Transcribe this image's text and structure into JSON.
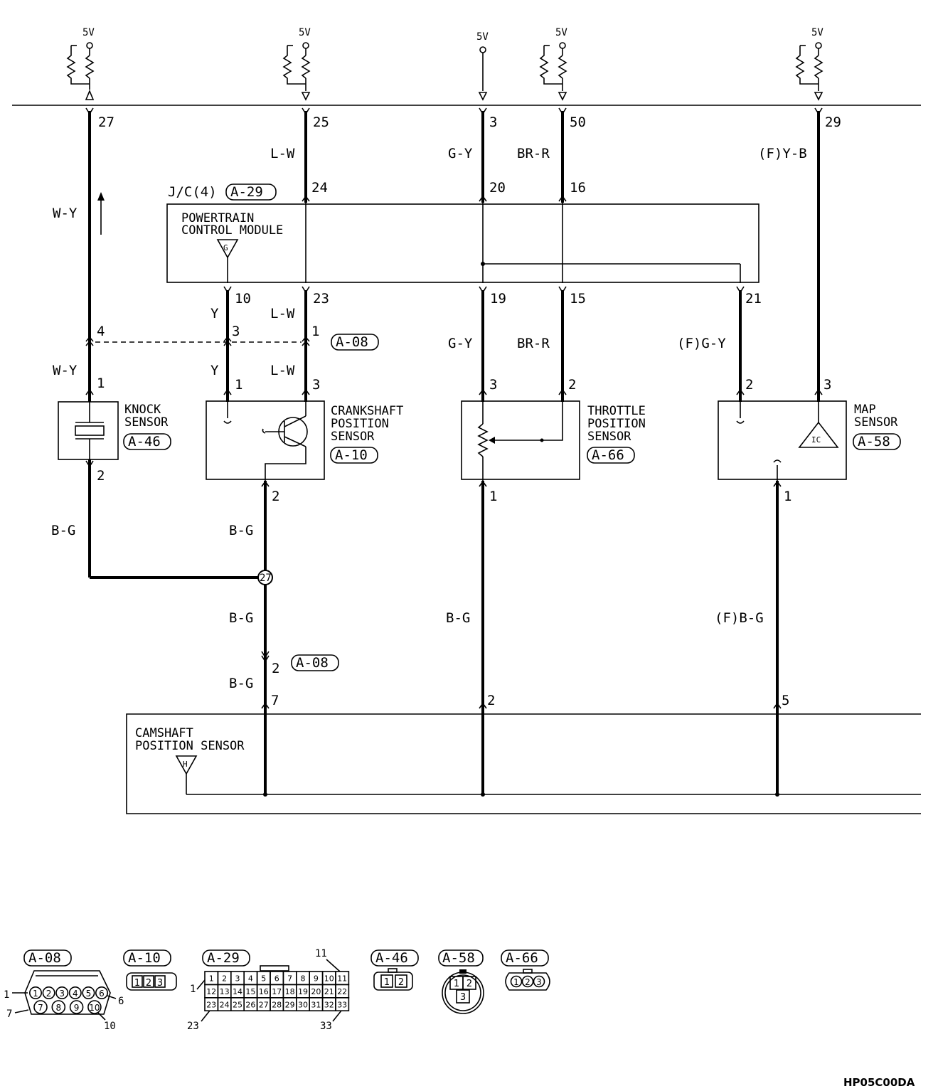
{
  "supply": {
    "voltage": "5V"
  },
  "pins_top": {
    "p27": "27",
    "p25": "25",
    "p3": "3",
    "p50": "50",
    "p29": "29"
  },
  "wires": {
    "wy": "W-Y",
    "lw": "L-W",
    "gy": "G-Y",
    "brr": "BR-R",
    "fyb": "(F)Y-B",
    "y": "Y",
    "fgy": "(F)G-Y",
    "bg": "B-G",
    "fbg": "(F)B-G"
  },
  "jc": {
    "label": "J/C(4)",
    "connector": "A-29",
    "pins": {
      "p24": "24",
      "p20": "20",
      "p16": "16"
    }
  },
  "pcm": {
    "line1": "POWERTRAIN",
    "line2": "CONTROL MODULE",
    "ground_symbol": "G",
    "pins": {
      "p10": "10",
      "p23": "23",
      "p19": "19",
      "p15": "15",
      "p21": "21"
    }
  },
  "a08_junction": {
    "connector": "A-08",
    "pins": {
      "p4": "4",
      "p3": "3",
      "p1": "1"
    }
  },
  "knock": {
    "line1": "KNOCK",
    "line2": "SENSOR",
    "connector": "A-46",
    "pin_top": "1",
    "pin_bottom": "2"
  },
  "crank": {
    "line1": "CRANKSHAFT",
    "line2": "POSITION",
    "line3": "SENSOR",
    "connector": "A-10",
    "pin1": "1",
    "pin3": "3",
    "pin2": "2"
  },
  "throttle": {
    "line1": "THROTTLE",
    "line2": "POSITION",
    "line3": "SENSOR",
    "connector": "A-66",
    "pin3": "3",
    "pin2": "2",
    "pin1": "1"
  },
  "map": {
    "line1": "MAP",
    "line2": "SENSOR",
    "connector": "A-58",
    "ic": "IC",
    "pin2": "2",
    "pin3": "3",
    "pin1": "1"
  },
  "ground_splice": "27",
  "a08_lower": {
    "connector": "A-08",
    "pin": "2"
  },
  "cam": {
    "line1": "CAMSHAFT",
    "line2": "POSITION SENSOR",
    "ground_symbol": "H",
    "pins": {
      "p7": "7",
      "p2": "2",
      "p5": "5"
    }
  },
  "connectors": {
    "a08": {
      "label": "A-08",
      "row1": [
        "1",
        "2",
        "3",
        "4",
        "5",
        "6"
      ],
      "row2": [
        "7",
        "8",
        "9",
        "10"
      ],
      "callouts": {
        "c1": "1",
        "c6": "6",
        "c7": "7",
        "c10": "10"
      }
    },
    "a10": {
      "label": "A-10",
      "pins": [
        "1",
        "2",
        "3"
      ]
    },
    "a29": {
      "label": "A-29",
      "row1": [
        "1",
        "2",
        "3",
        "4",
        "5",
        "6",
        "7",
        "8",
        "9",
        "10",
        "11"
      ],
      "row2": [
        "12",
        "13",
        "14",
        "15",
        "16",
        "17",
        "18",
        "19",
        "20",
        "21",
        "22"
      ],
      "row3": [
        "23",
        "24",
        "25",
        "26",
        "27",
        "28",
        "29",
        "30",
        "31",
        "32",
        "33"
      ],
      "callouts": {
        "c1": "1",
        "c11": "11",
        "c23": "23",
        "c33": "33"
      }
    },
    "a46": {
      "label": "A-46",
      "pins": [
        "1",
        "2"
      ]
    },
    "a58": {
      "label": "A-58",
      "pins": [
        "1",
        "2",
        "3"
      ]
    },
    "a66": {
      "label": "A-66",
      "pins": [
        "1",
        "2",
        "3"
      ]
    }
  },
  "footer_code": "HP05C00DA"
}
